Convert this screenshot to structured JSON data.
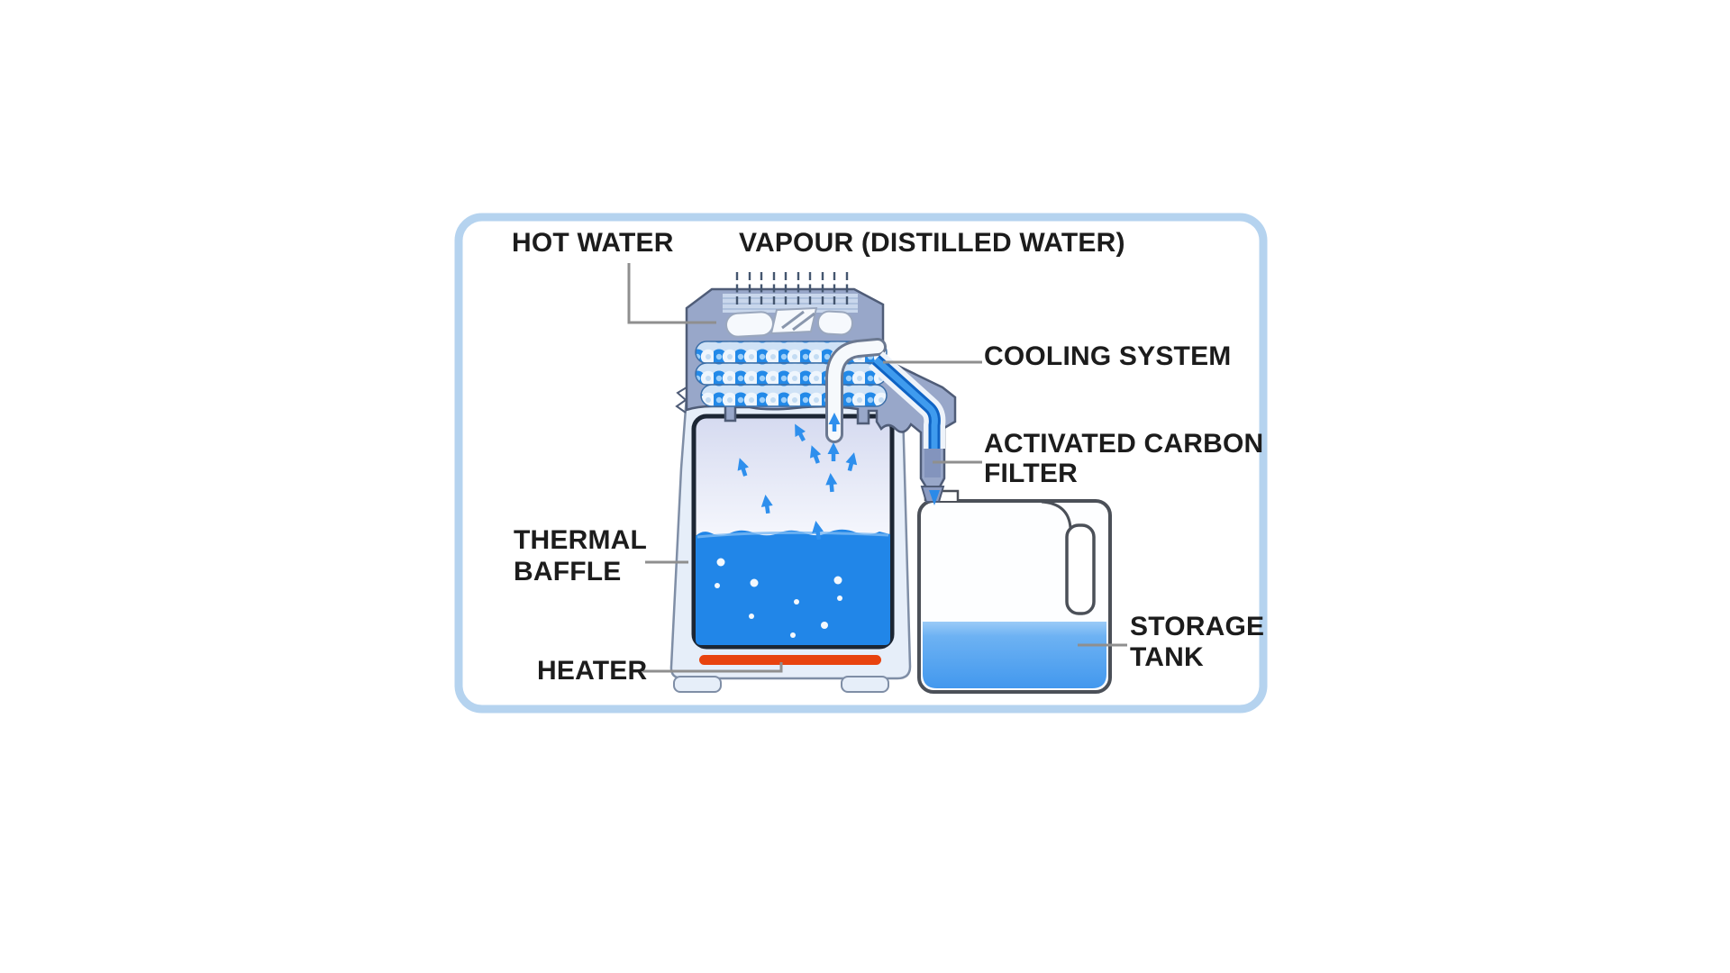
{
  "diagram": {
    "type": "water-distiller-cutaway",
    "labels": {
      "hot_water": "HOT WATER",
      "vapour": "VAPOUR (DISTILLED WATER)",
      "cooling_system": "COOLING SYSTEM",
      "activated_carbon_filter": {
        "line1": "ACTIVATED CARBON",
        "line2": "FILTER"
      },
      "thermal_baffle": {
        "line1": "THERMAL",
        "line2": "BAFFLE"
      },
      "heater": "HEATER",
      "storage_tank": {
        "line1": "STORAGE",
        "line2": "TANK"
      }
    },
    "colors": {
      "panel_border": "#b5d3ef",
      "label_text": "#1c1c1c",
      "leader_line": "#8f8f8f",
      "boiler_water": "#2186e8",
      "tank_water": "#55a5f0",
      "heater_element": "#e8430f",
      "condenser_shell": "#98a7c9",
      "machine_body": "#e6eef9",
      "coil_blue": "#2289e8",
      "vapour_arrow": "#2e8fed"
    }
  }
}
